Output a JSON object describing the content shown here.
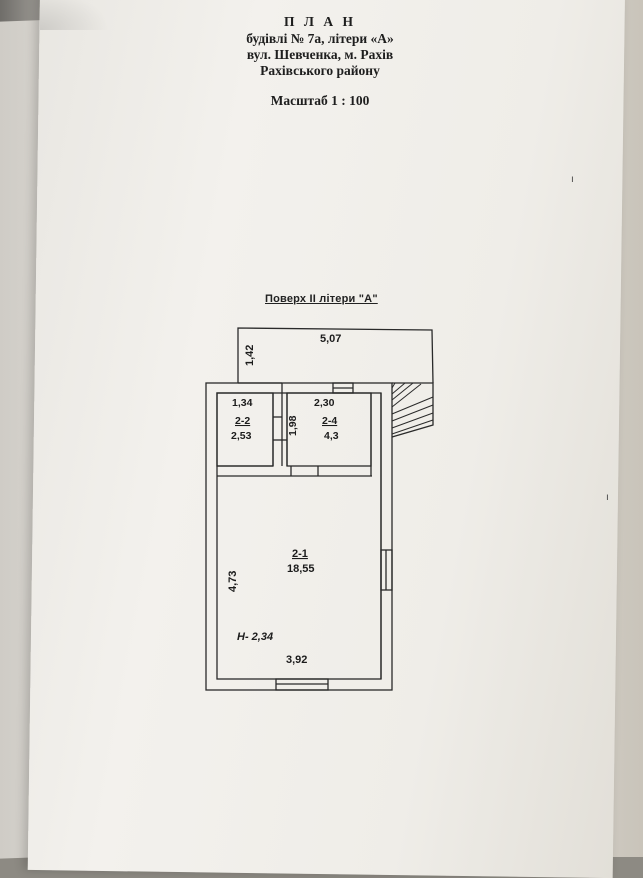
{
  "document": {
    "title": "П Л А Н",
    "line1": "будівлі № 7а, літери «А»",
    "line2": "вул. Шевченка,  м. Рахів",
    "line3": "Рахівського району",
    "scale": "Масштаб 1 : 100"
  },
  "floor_plan": {
    "title": "Поверх ІІ літери \"А\"",
    "balcony": {
      "width": "5,07",
      "depth": "1,42"
    },
    "room_2_2": {
      "id": "2-2",
      "area": "2,53",
      "width": "1,34"
    },
    "room_2_4": {
      "id": "2-4",
      "area": "4,3",
      "width": "2,30",
      "depth": "1,98"
    },
    "room_2_1": {
      "id": "2-1",
      "area": "18,55",
      "width": "3,92",
      "depth": "4,73"
    },
    "height": "Н- 2,34"
  },
  "margin_marks": [
    "ı",
    "ı"
  ]
}
